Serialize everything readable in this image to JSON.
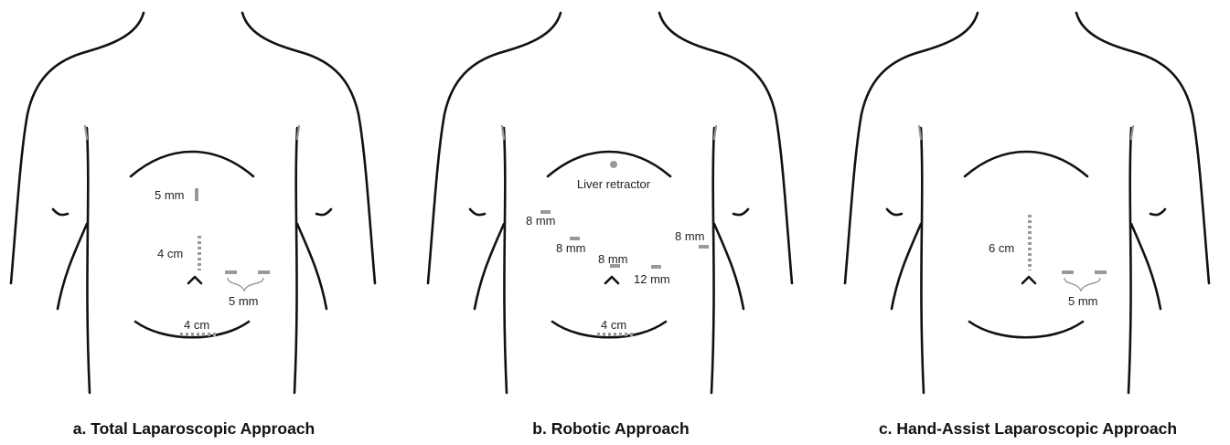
{
  "panels": {
    "a": {
      "caption": "a. Total Laparoscopic Approach",
      "labels": {
        "upper_port": "5 mm",
        "vertical_incision": "4 cm",
        "lateral_ports": "5 mm",
        "pfannenstiel": "4 cm"
      }
    },
    "b": {
      "caption": "b. Robotic Approach",
      "labels": {
        "liver_retractor": "Liver retractor",
        "port_left_1": "8 mm",
        "port_left_2": "8 mm",
        "port_center": "8 mm",
        "port_12mm": "12 mm",
        "port_right": "8 mm",
        "pfannenstiel": "4 cm"
      }
    },
    "c": {
      "caption": "c. Hand-Assist Laparoscopic Approach",
      "labels": {
        "vertical_incision": "6 cm",
        "lateral_ports": "5 mm"
      }
    }
  },
  "colors": {
    "outline": "#111111",
    "marker": "#999999"
  }
}
